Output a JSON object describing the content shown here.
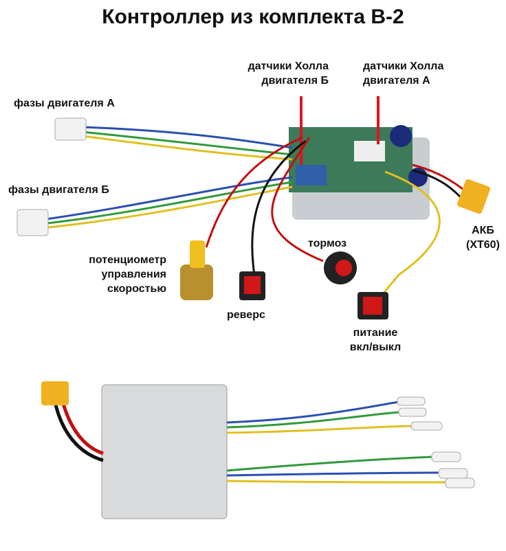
{
  "title": "Контроллер из комплекта B-2",
  "labels": {
    "hall_b": [
      "датчики Холла",
      "двигателя Б"
    ],
    "hall_a": [
      "датчики Холла",
      "двигателя А"
    ],
    "phases_a": "фазы двигателя А",
    "phases_b": "фазы двигателя Б",
    "battery": [
      "АКБ",
      "(XT60)"
    ],
    "brake": "тормоз",
    "potentiometer": [
      "потенциометр",
      "управления",
      "скоростью"
    ],
    "reverse": "реверс",
    "power": [
      "питание",
      "вкл/выкл"
    ]
  },
  "colors": {
    "pointer": "#e0141e",
    "board": "#3d7a5a",
    "case": "#d8dadc",
    "connector": "#f0b020"
  }
}
